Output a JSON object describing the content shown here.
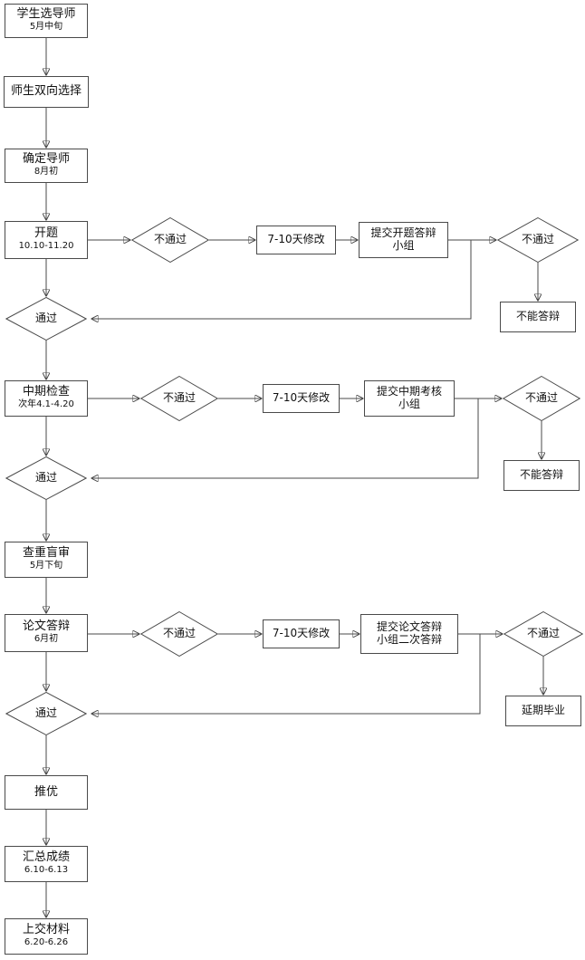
{
  "diagram": {
    "type": "flowchart",
    "language": "zh-CN",
    "topic": "研究生毕业论文流程"
  },
  "colors": {
    "background": "#ffffff",
    "node_fill": "#ffffff",
    "node_stroke": "#4a4a4a",
    "line": "#4a4a4a",
    "text": "#111111"
  },
  "nodes": {
    "step1": {
      "label": "学生选导师",
      "sub": "5月中旬"
    },
    "step2": {
      "label": "师生双向选择"
    },
    "step3": {
      "label": "确定导师",
      "sub": "8月初"
    },
    "step4": {
      "label": "开题",
      "sub": "10.10-11.20"
    },
    "pass1": {
      "label": "通过"
    },
    "step5": {
      "label": "中期检查",
      "sub": "次年4.1-4.20"
    },
    "pass2": {
      "label": "通过"
    },
    "step6": {
      "label": "查重盲审",
      "sub": "5月下旬"
    },
    "step7": {
      "label": "论文答辩",
      "sub": "6月初"
    },
    "pass3": {
      "label": "通过"
    },
    "step8": {
      "label": "推优"
    },
    "step9": {
      "label": "汇总成绩",
      "sub": "6.10-6.13"
    },
    "step10": {
      "label": "上交材料",
      "sub": "6.20-6.26"
    },
    "r1_fail1": {
      "label": "不通过"
    },
    "r1_revise": {
      "label": "7-10天修改"
    },
    "r1_submit": {
      "line1": "提交开题答辩",
      "line2": "小组"
    },
    "r1_fail2": {
      "label": "不通过"
    },
    "r1_no_defense": {
      "label": "不能答辩"
    },
    "r2_fail1": {
      "label": "不通过"
    },
    "r2_revise": {
      "label": "7-10天修改"
    },
    "r2_submit": {
      "line1": "提交中期考核",
      "line2": "小组"
    },
    "r2_fail2": {
      "label": "不通过"
    },
    "r2_no_defense": {
      "label": "不能答辩"
    },
    "r3_fail1": {
      "label": "不通过"
    },
    "r3_revise": {
      "label": "7-10天修改"
    },
    "r3_submit": {
      "line1": "提交论文答辩",
      "line2": "小组二次答辩"
    },
    "r3_fail2": {
      "label": "不通过"
    },
    "r3_delay": {
      "label": "延期毕业"
    }
  }
}
